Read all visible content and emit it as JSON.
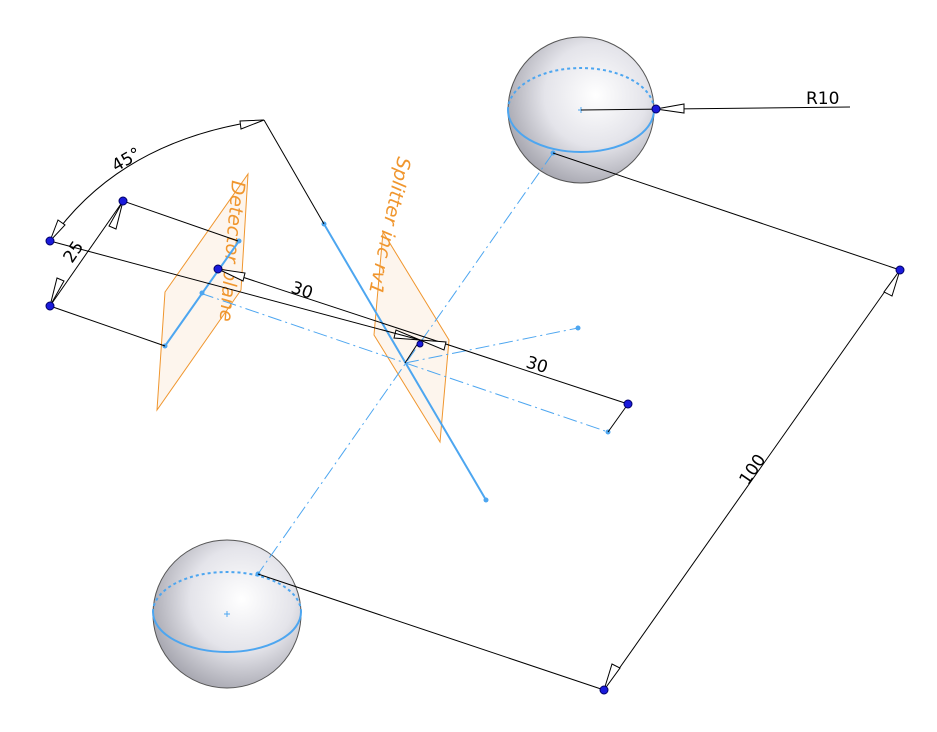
{
  "dimensions": {
    "radius": "R10",
    "distance_spheres": "100",
    "offset_1": "30",
    "offset_2": "30",
    "height": "25",
    "angle": "45°"
  },
  "planes": {
    "detector": "Detector plane",
    "splitter": "Splitter inc rv1"
  },
  "colors": {
    "sketch": "#4da6f0",
    "plane": "#f0962e",
    "point": "#1a1adb"
  }
}
